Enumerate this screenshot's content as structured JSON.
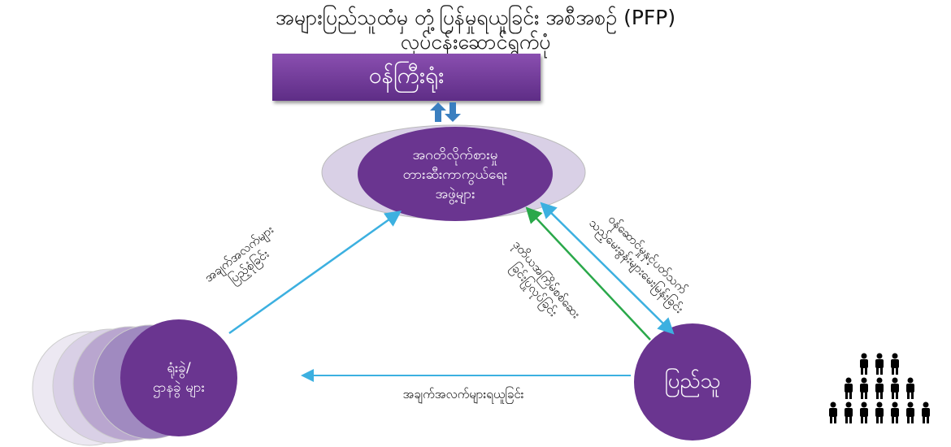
{
  "title": {
    "line1": "အများပြည်သူထံမှ တုံ့ပြန်မှုရယူခြင်း အစီအစဉ် (PFP)",
    "line2": "လုပ်ငန်းဆောင်ရွက်ပုံ"
  },
  "nodes": {
    "ministry": "ဝန်ကြီးရုံး",
    "anticorruption": [
      "အဂတိလိုက်စားမှု",
      "တားဆီးကာကွယ်ရေး",
      "အဖွဲ့များ"
    ],
    "branches": [
      "ရုံးခွဲ/",
      "ဌာနခွဲ များ"
    ],
    "public": "ပြည်သူ"
  },
  "edges": {
    "left": [
      "အချက်အလက်များ",
      "ပြည့်စုံခြင်း"
    ],
    "right_blue": [
      "ဝန်ဆောင်မှုနှင့်ပတ်သက်",
      "သည့်မေးခွန်းများမေးမြန်းခြင်း"
    ],
    "right_green": [
      "ဒုတိယအကြိမ်စစ်ဆေး",
      "ခြင်းပြုလုပ်ခြင်း"
    ],
    "bottom": "အချက်အလက်များရယူခြင်း"
  },
  "colors": {
    "purple": "#6a3590",
    "light_purple": "#d9d0e6",
    "blue_arrow": "#3cb0e0",
    "green_arrow": "#2aa84a",
    "updown_arrow": "#3a7fc0"
  },
  "icons": {
    "public_group": "people-group-icon"
  }
}
